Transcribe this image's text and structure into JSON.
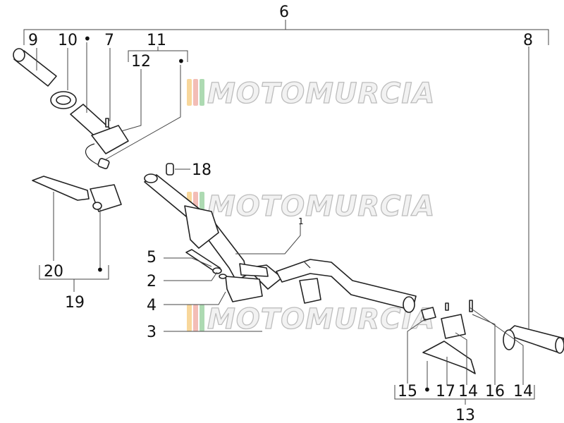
{
  "watermark": {
    "text": "MOTOMURCIA",
    "stripe_colors": [
      "#f7d08a",
      "#f1b1a9",
      "#9fd3a4"
    ]
  },
  "callouts": {
    "c1": "1",
    "c2": "2",
    "c3": "3",
    "c4": "4",
    "c5": "5",
    "c6": "6",
    "c7": "7",
    "c8": "8",
    "c9": "9",
    "c10": "10",
    "c11": "11",
    "c12": "12",
    "c13": "13",
    "c14a": "14",
    "c14b": "14",
    "c15": "15",
    "c16": "16",
    "c17": "17",
    "c18": "18",
    "c19": "19",
    "c20": "20"
  },
  "bullet": "•"
}
